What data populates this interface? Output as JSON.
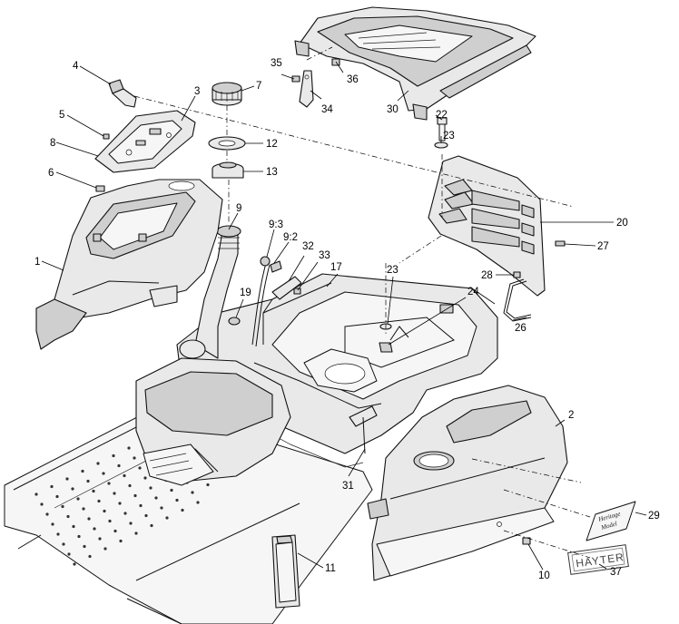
{
  "callouts": [
    {
      "id": "c1",
      "label": "1"
    },
    {
      "id": "c2",
      "label": "2"
    },
    {
      "id": "c3",
      "label": "3"
    },
    {
      "id": "c4",
      "label": "4"
    },
    {
      "id": "c5",
      "label": "5"
    },
    {
      "id": "c6",
      "label": "6"
    },
    {
      "id": "c7",
      "label": "7"
    },
    {
      "id": "c8",
      "label": "8"
    },
    {
      "id": "c9",
      "label": "9"
    },
    {
      "id": "c9_3",
      "label": "9:3"
    },
    {
      "id": "c9_2",
      "label": "9:2"
    },
    {
      "id": "c10",
      "label": "10"
    },
    {
      "id": "c11",
      "label": "11"
    },
    {
      "id": "c12",
      "label": "12"
    },
    {
      "id": "c13",
      "label": "13"
    },
    {
      "id": "c17",
      "label": "17"
    },
    {
      "id": "c19",
      "label": "19"
    },
    {
      "id": "c20",
      "label": "20"
    },
    {
      "id": "c22",
      "label": "22"
    },
    {
      "id": "c23a",
      "label": "23"
    },
    {
      "id": "c23b",
      "label": "23"
    },
    {
      "id": "c24",
      "label": "24"
    },
    {
      "id": "c26",
      "label": "26"
    },
    {
      "id": "c27",
      "label": "27"
    },
    {
      "id": "c28",
      "label": "28"
    },
    {
      "id": "c29",
      "label": "29"
    },
    {
      "id": "c30",
      "label": "30"
    },
    {
      "id": "c31",
      "label": "31"
    },
    {
      "id": "c32",
      "label": "32"
    },
    {
      "id": "c33",
      "label": "33"
    },
    {
      "id": "c34",
      "label": "34"
    },
    {
      "id": "c35",
      "label": "35"
    },
    {
      "id": "c36",
      "label": "36"
    },
    {
      "id": "c37",
      "label": "37"
    }
  ],
  "badges": {
    "hayter": "HAYTER"
  }
}
